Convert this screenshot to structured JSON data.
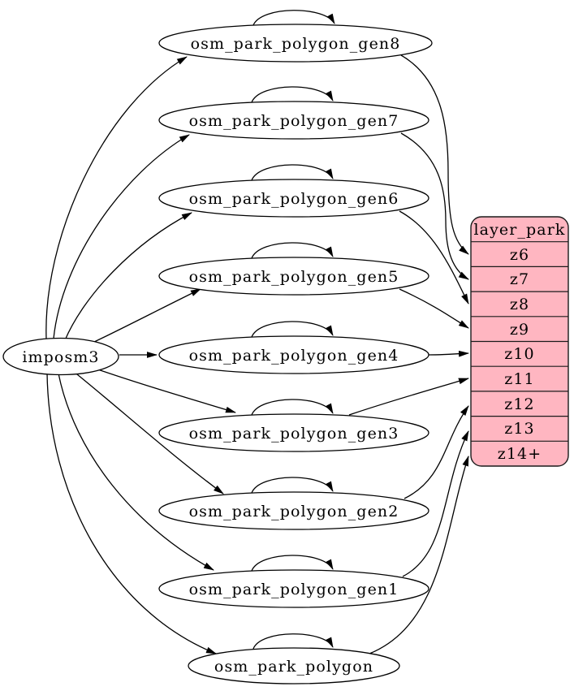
{
  "diagram": {
    "kind": "etl-dependency-graph",
    "background_color": "#ffffff",
    "edge_color": "#000000",
    "node_fill": "#ffffff",
    "node_stroke": "#000000",
    "source_node": {
      "id": "imposm3",
      "label": "imposm3"
    },
    "table_nodes": [
      {
        "id": "osm_park_polygon_gen8",
        "label": "osm_park_polygon_gen8"
      },
      {
        "id": "osm_park_polygon_gen7",
        "label": "osm_park_polygon_gen7"
      },
      {
        "id": "osm_park_polygon_gen6",
        "label": "osm_park_polygon_gen6"
      },
      {
        "id": "osm_park_polygon_gen5",
        "label": "osm_park_polygon_gen5"
      },
      {
        "id": "osm_park_polygon_gen4",
        "label": "osm_park_polygon_gen4"
      },
      {
        "id": "osm_park_polygon_gen3",
        "label": "osm_park_polygon_gen3"
      },
      {
        "id": "osm_park_polygon_gen2",
        "label": "osm_park_polygon_gen2"
      },
      {
        "id": "osm_park_polygon_gen1",
        "label": "osm_park_polygon_gen1"
      },
      {
        "id": "osm_park_polygon",
        "label": "osm_park_polygon"
      }
    ],
    "record_node": {
      "id": "layer_park",
      "title": "layer_park",
      "fill": "#ffb6c1",
      "rows": [
        "z6",
        "z7",
        "z8",
        "z9",
        "z10",
        "z11",
        "z12",
        "z13",
        "z14+"
      ]
    },
    "edges": [
      {
        "from": "imposm3",
        "to": "osm_park_polygon_gen8"
      },
      {
        "from": "imposm3",
        "to": "osm_park_polygon_gen7"
      },
      {
        "from": "imposm3",
        "to": "osm_park_polygon_gen6"
      },
      {
        "from": "imposm3",
        "to": "osm_park_polygon_gen5"
      },
      {
        "from": "imposm3",
        "to": "osm_park_polygon_gen4"
      },
      {
        "from": "imposm3",
        "to": "osm_park_polygon_gen3"
      },
      {
        "from": "imposm3",
        "to": "osm_park_polygon_gen2"
      },
      {
        "from": "imposm3",
        "to": "osm_park_polygon_gen1"
      },
      {
        "from": "imposm3",
        "to": "osm_park_polygon"
      },
      {
        "from": "osm_park_polygon_gen8",
        "to": "osm_park_polygon_gen8",
        "type": "self-loop"
      },
      {
        "from": "osm_park_polygon_gen7",
        "to": "osm_park_polygon_gen7",
        "type": "self-loop"
      },
      {
        "from": "osm_park_polygon_gen6",
        "to": "osm_park_polygon_gen6",
        "type": "self-loop"
      },
      {
        "from": "osm_park_polygon_gen5",
        "to": "osm_park_polygon_gen5",
        "type": "self-loop"
      },
      {
        "from": "osm_park_polygon_gen4",
        "to": "osm_park_polygon_gen4",
        "type": "self-loop"
      },
      {
        "from": "osm_park_polygon_gen3",
        "to": "osm_park_polygon_gen3",
        "type": "self-loop"
      },
      {
        "from": "osm_park_polygon_gen2",
        "to": "osm_park_polygon_gen2",
        "type": "self-loop"
      },
      {
        "from": "osm_park_polygon_gen1",
        "to": "osm_park_polygon_gen1",
        "type": "self-loop"
      },
      {
        "from": "osm_park_polygon",
        "to": "osm_park_polygon",
        "type": "self-loop"
      },
      {
        "from": "osm_park_polygon_gen8",
        "to": "layer_park:z6"
      },
      {
        "from": "osm_park_polygon_gen7",
        "to": "layer_park:z7"
      },
      {
        "from": "osm_park_polygon_gen6",
        "to": "layer_park:z8"
      },
      {
        "from": "osm_park_polygon_gen5",
        "to": "layer_park:z9"
      },
      {
        "from": "osm_park_polygon_gen4",
        "to": "layer_park:z10"
      },
      {
        "from": "osm_park_polygon_gen3",
        "to": "layer_park:z11"
      },
      {
        "from": "osm_park_polygon_gen2",
        "to": "layer_park:z12"
      },
      {
        "from": "osm_park_polygon_gen1",
        "to": "layer_park:z13"
      },
      {
        "from": "osm_park_polygon",
        "to": "layer_park:z14+"
      }
    ]
  }
}
